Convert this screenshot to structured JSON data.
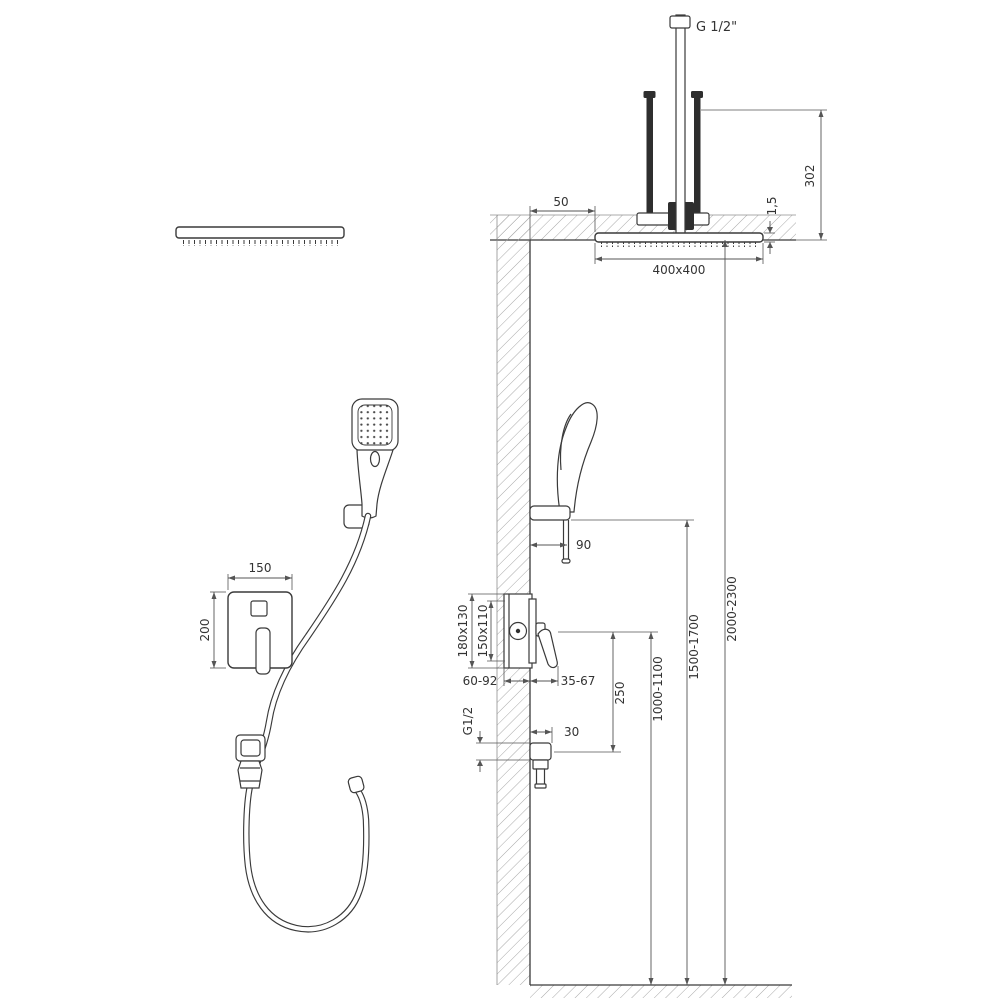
{
  "drawing": {
    "type": "shower-system-installation-drawing",
    "colors": {
      "line": "#3a3a3a",
      "dimension": "#555555",
      "hatch": "#a8a8a8",
      "dark_fill": "#2e2e2e",
      "background": "#ffffff",
      "text": "#333333"
    },
    "labels": {
      "g_half_top": "G 1/2\"",
      "d302": "302",
      "d1_5": "1,5",
      "d50": "50",
      "d400": "400x400",
      "d90": "90",
      "d180x130": "180x130",
      "d150x110": "150x110",
      "d60_92": "60-92",
      "d35_67": "35-67",
      "d250": "250",
      "d30": "30",
      "g_half_outlet": "G1/2",
      "d1000": "1000-1100",
      "d1500": "1500-1700",
      "d2000": "2000-2300",
      "d150": "150",
      "d200": "200"
    },
    "components": [
      "ceiling-rain-shower-head",
      "ceiling-mount-rods",
      "hand-shower",
      "shower-hose",
      "concealed-mixer-valve",
      "wall-water-outlet",
      "hand-shower-bracket"
    ]
  }
}
